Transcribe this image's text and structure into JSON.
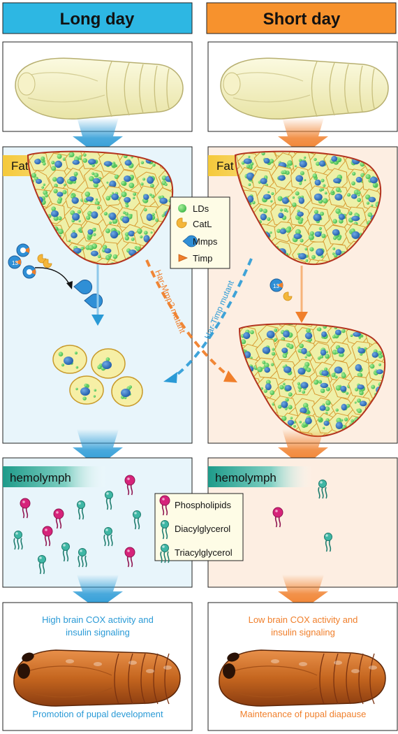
{
  "headers": {
    "left": "Long day",
    "right": "Short day"
  },
  "panels": {
    "fat_body_label": "Fat body",
    "hemolymph_label": "hemolymph"
  },
  "legend_fat": {
    "items": [
      {
        "label": "LDs",
        "icon": "lipid-droplet-icon"
      },
      {
        "label": "CatL",
        "icon": "catl-icon"
      },
      {
        "label": "Mmps",
        "icon": "mmp-icon"
      },
      {
        "label": "Timp",
        "icon": "timp-icon"
      }
    ]
  },
  "legend_lipid": {
    "items": [
      {
        "label": "Phospholipids",
        "icon": "phospholipid-icon"
      },
      {
        "label": "Diacylglycerol",
        "icon": "diacylglycerol-icon"
      },
      {
        "label": "Triacylglycerol",
        "icon": "triacylglycerol-icon"
      }
    ]
  },
  "mutants": {
    "mmp2": "Har-Mmp2 mutant",
    "timp": "Har-Timp mutant"
  },
  "enzyme_label": "13",
  "outcomes": {
    "left": {
      "line1": "High brain COX activity and",
      "line2": "insulin signaling",
      "result": "Promotion of pupal development"
    },
    "right": {
      "line1": "Low brain COX activity and",
      "line2": "insulin signaling",
      "result": "Maintenance of pupal diapause"
    }
  },
  "colors": {
    "blue": "#2a9ad6",
    "orange": "#f07f2b",
    "header_blue": "#2db7e3",
    "header_orange": "#f7922d",
    "panel_blue": "#e8f5fb",
    "panel_orange": "#fdeee2",
    "fat_tag": "#f5c93a",
    "hemo_tag": "#1e9b8a"
  }
}
